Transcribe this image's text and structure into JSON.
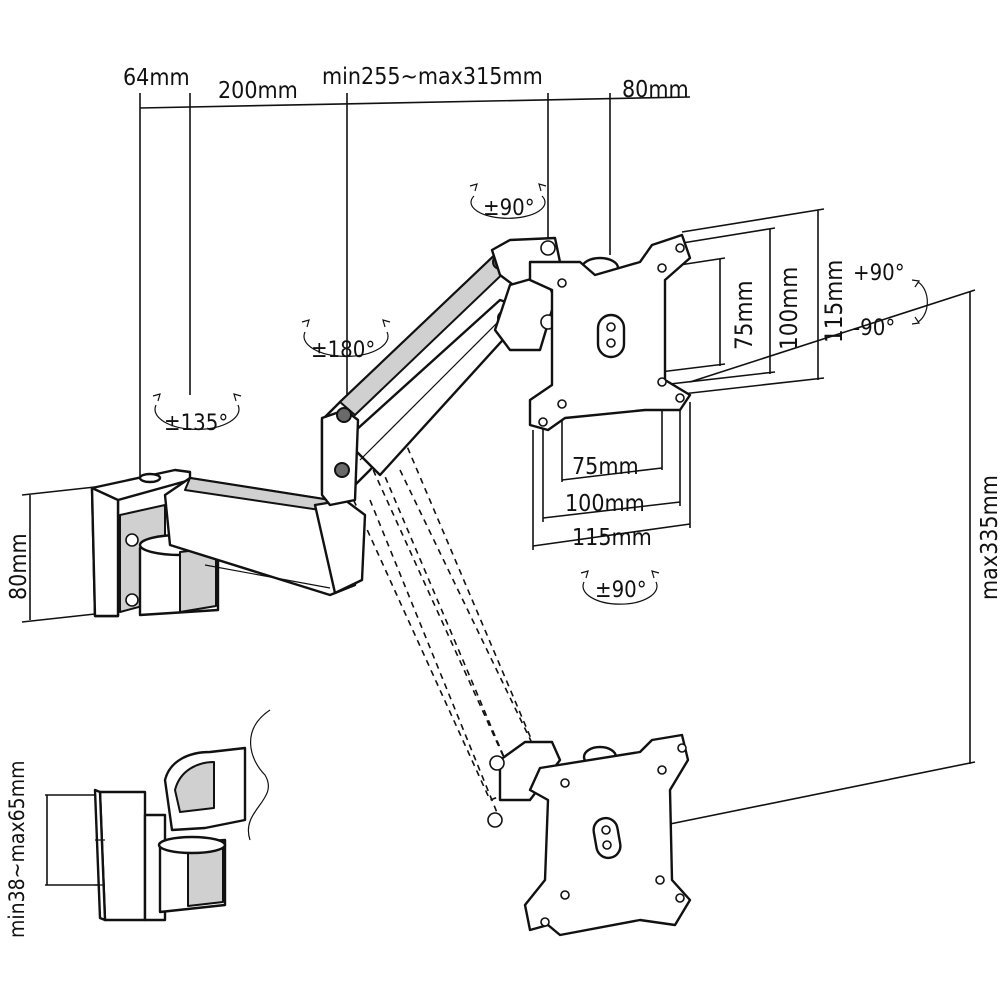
{
  "dimensions": {
    "base_depth": "64mm",
    "arm_segment_1": "200mm",
    "arm_segment_2": "min255~max315mm",
    "head_depth": "80mm",
    "clamp_height": "80mm",
    "desk_thickness": "min38~max65mm",
    "vertical_travel": "max335mm",
    "vesa_height_75": "75mm",
    "vesa_height_100": "100mm",
    "vesa_height_115": "115mm",
    "vesa_width_75": "75mm",
    "vesa_width_100": "100mm",
    "vesa_width_115": "115mm"
  },
  "rotations": {
    "head_swivel": "±90°",
    "arm_swivel": "±180°",
    "base_swivel": "±135°",
    "tilt_up": "+90°",
    "tilt_down": "-90°",
    "rotation": "±90°"
  }
}
